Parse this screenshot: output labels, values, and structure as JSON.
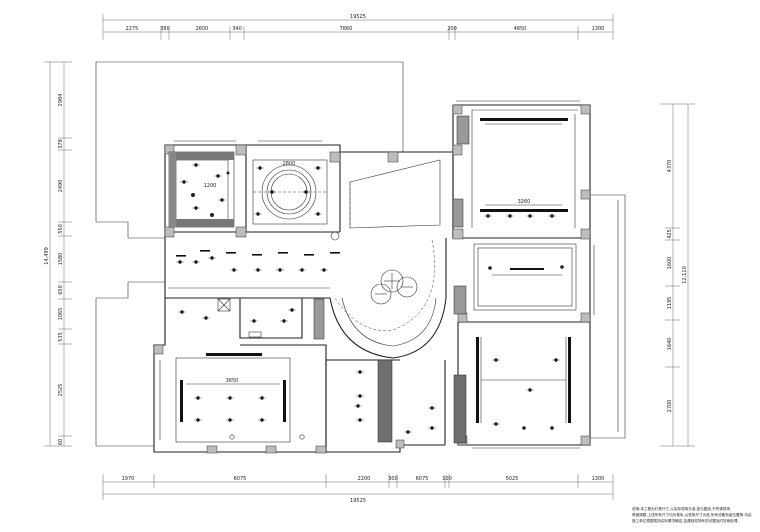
{
  "dimensions": {
    "top_overall": "19525",
    "top_segments": [
      "2275",
      "380",
      "2600",
      "340",
      "7860",
      "200",
      "4850",
      "1300"
    ],
    "bottom_overall": "19525",
    "bottom_segments": [
      "1970",
      "6075",
      "2200",
      "300",
      "6075",
      "100",
      "5025",
      "1300"
    ],
    "left_overall": "14,499",
    "left_segments": [
      "2984",
      "378",
      "2490",
      "550",
      "1580",
      "650",
      "1065",
      "535",
      "2525",
      "60"
    ],
    "right_overall": "12,110",
    "right_segments": [
      "4370",
      "425",
      "1600",
      "1195",
      "1640",
      "2700"
    ]
  },
  "notes": {
    "line1": "说明:本工程为灯具尺寸,以实际现场为准,如与图纸,不符请现场",
    "line2": "再做调整,上述所有尺寸均为毫米,以现场尺寸为准,所有设备安装位置等,均由",
    "line3": "施工单位根据现场实际情况确定,如遇到现场有关问题及时协商处理。"
  },
  "room_labels": {
    "living_dim_a": "2800",
    "living_dim_b": "1200",
    "hall_dim": "3650",
    "bed_dim": "3260"
  }
}
